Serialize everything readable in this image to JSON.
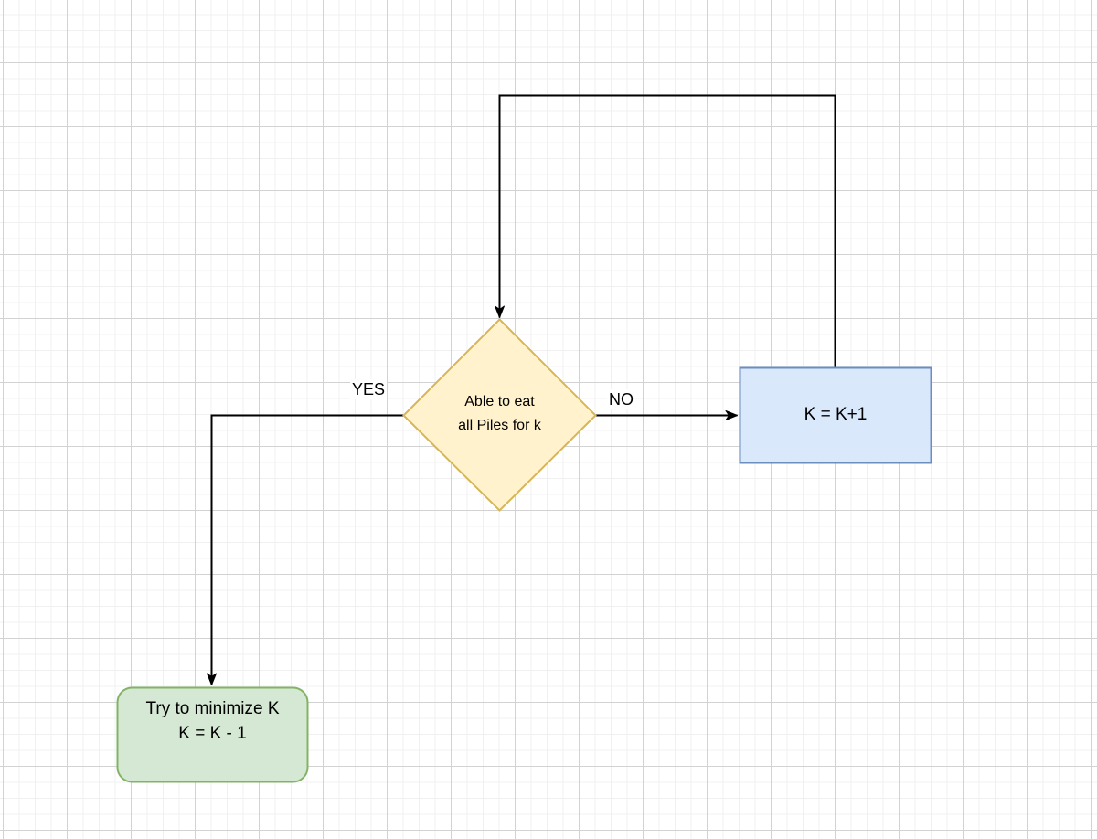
{
  "diagram": {
    "nodes": {
      "decision": {
        "lines": [
          "Able to eat",
          "all Piles for k"
        ],
        "fill": "#FFF2CC",
        "border": "#D6B656"
      },
      "increment": {
        "lines": [
          "K = K+1"
        ],
        "fill": "#DAE8FC",
        "border": "#6C8EBF"
      },
      "minimize": {
        "lines": [
          "Try to minimize K",
          "K = K - 1"
        ],
        "fill": "#D5E8D4",
        "border": "#82B366"
      }
    },
    "edge_labels": {
      "yes": "YES",
      "no": "NO"
    },
    "colors": {
      "edge": "#000000",
      "grid_minor": "#f0f0f0",
      "grid_major": "#d2d2d2",
      "background": "#ffffff"
    }
  }
}
